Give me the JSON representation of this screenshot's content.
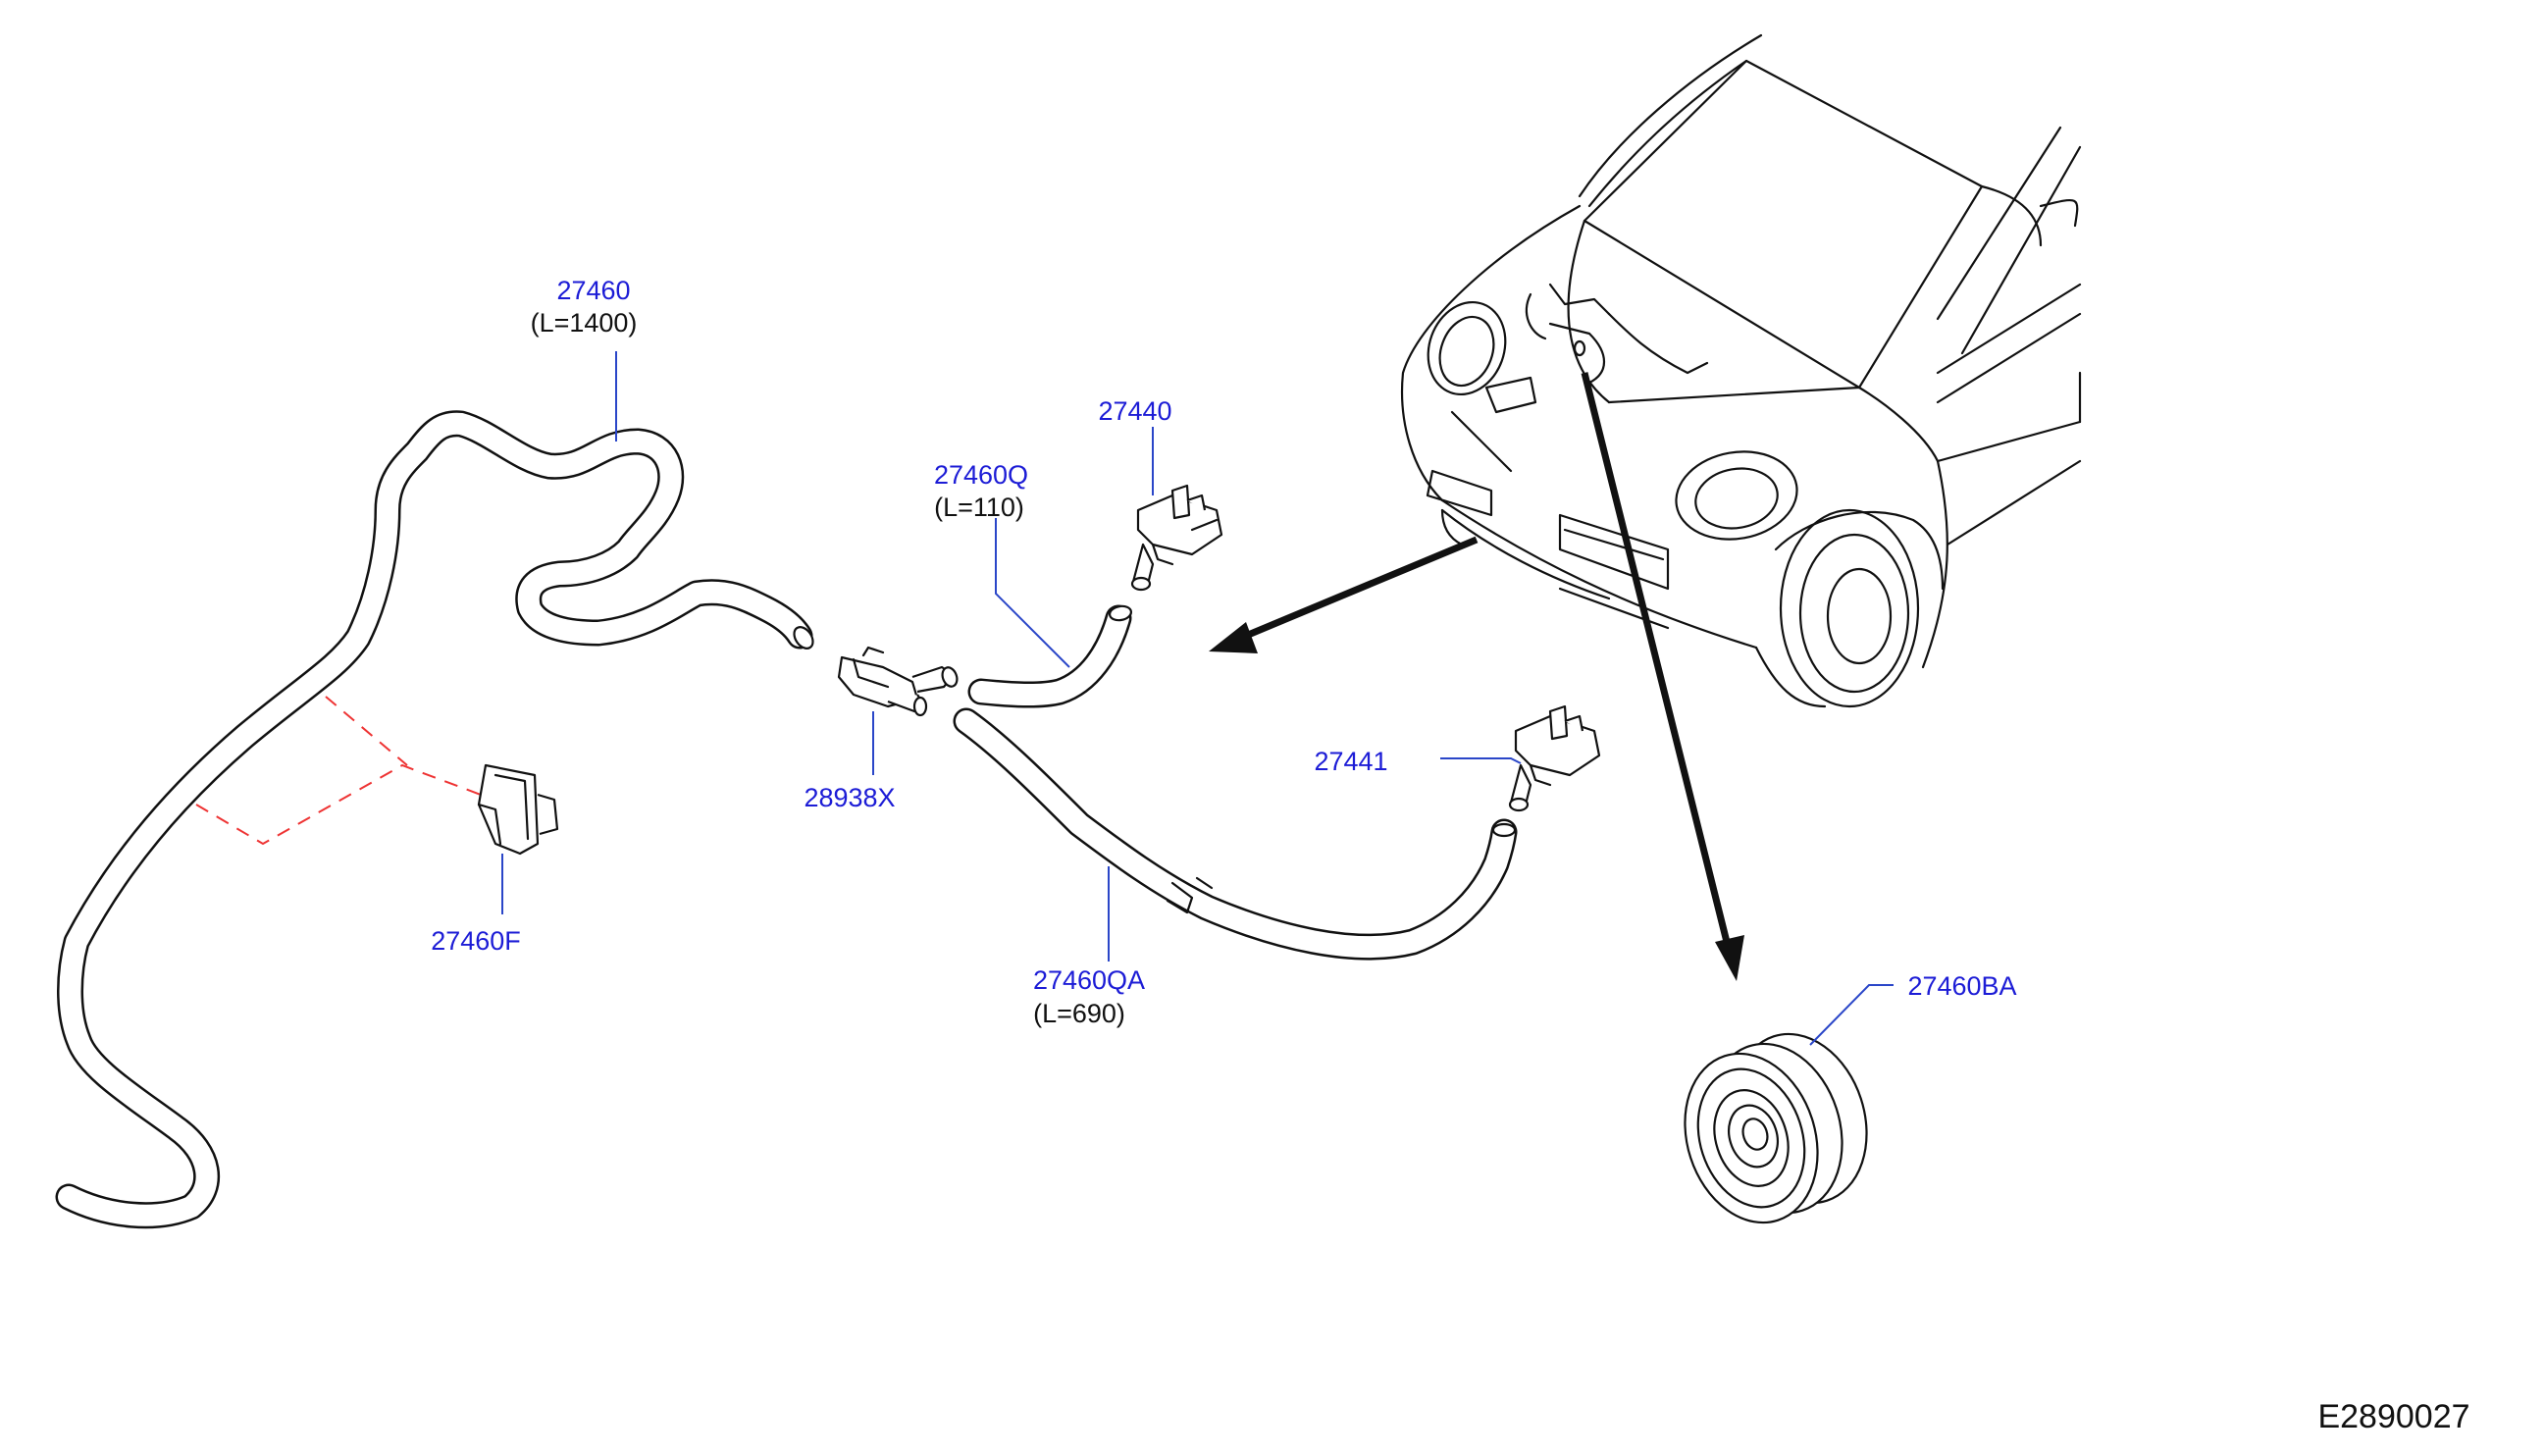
{
  "diagram": {
    "figure_code": "E2890027",
    "parts": [
      {
        "id": "p27460",
        "number": "27460",
        "length": "(L=1400)"
      },
      {
        "id": "p27460q",
        "number": "27460Q",
        "length": "(L=110)"
      },
      {
        "id": "p27440",
        "number": "27440"
      },
      {
        "id": "p28938x",
        "number": "28938X"
      },
      {
        "id": "p27441",
        "number": "27441"
      },
      {
        "id": "p27460f",
        "number": "27460F"
      },
      {
        "id": "p27460qa",
        "number": "27460QA",
        "length": "(L=690)"
      },
      {
        "id": "p27460ba",
        "number": "27460BA"
      }
    ],
    "colors": {
      "part_label": "#1c1cd6",
      "leader": "#2a46c8",
      "dashed_guide": "#e33333",
      "line": "#111111"
    }
  }
}
